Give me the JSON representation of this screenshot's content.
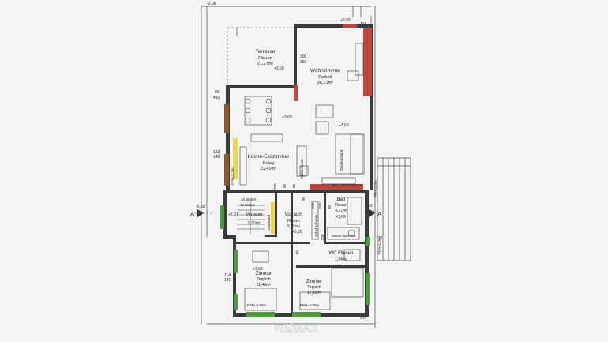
{
  "rooms": {
    "terrasse": {
      "name": "Terrasse",
      "floor": "Fliesen",
      "area": "21,27m²"
    },
    "wohnzimmer": {
      "name": "Wohnzimmer",
      "floor": "Parkett",
      "area": "36,21m²"
    },
    "kueche": {
      "name": "Küche-Esszimmer",
      "floor": "Belag",
      "area": "22,40m²"
    },
    "vorraum_left": {
      "name": "Vorraum",
      "area": "5,90m²"
    },
    "vorraum": {
      "name": "Vorraum",
      "floor": "Fliesen",
      "area": "6,00m²"
    },
    "bad": {
      "name": "Bad",
      "floor": "Fliesen",
      "area": "4,27m²"
    },
    "wc": {
      "name": "WC Fliesen",
      "area": "1,84m²"
    },
    "zimmer1": {
      "name": "Zimmer",
      "floor": "Teppich",
      "area": "11,40m²"
    },
    "zimmer2": {
      "name": "Zimmer",
      "floor": "Teppich",
      "area": "12,45m²"
    }
  },
  "labels": {
    "level_top_left": "-0,06",
    "level_top_right": "+3,59",
    "level_terrace": "+3,59",
    "level_kitchen": "+3,69",
    "level_stair": "+3,69",
    "level_vorraum": "+3,69",
    "level_bad": "+3,69",
    "level_zimmer": "+3,69",
    "level_left": "+2,37",
    "level_left_outer": "-0,03",
    "ar_top": "AR",
    "ar_bottom": "AR",
    "dim_300": "300",
    "dim_350": "350",
    "dim_80": "80",
    "dim_410": "410",
    "dim_123": "123",
    "dim_142": "142",
    "dim_114": "114",
    "dim_141": "141",
    "dim_200a": "200",
    "dim_90a": "90",
    "dim_80b": "80",
    "dim_90b": "90",
    "dim_200b": "200",
    "dim_60": "60",
    "dim_200c": "200",
    "dim_61": "61",
    "dim_126a": "126",
    "dim_126b": "126",
    "dim_80c": "80",
    "dim_200d": "200",
    "fph_1": "FPH=1,3m",
    "fph_2": "FPH=1,3m",
    "fph_3": "FPH=0,90m",
    "fph_4": "FPH=0,90m",
    "fph_kitchen": "FPH=1,3m",
    "stair_info": "16 Stufen",
    "stair_info2": "16,8/29,8",
    "glasswand": "Glaswand",
    "schuhschrank": "Schuhschrank",
    "kuehlschrank": "Kühlschrank",
    "waschmaschine": "Wasch Maschine",
    "wm_trockner": "Wm.- und Trockner",
    "deckenstand": "Deckenstand",
    "section_left": "A",
    "section_right": "A",
    "watermark": "RE/MAX"
  }
}
